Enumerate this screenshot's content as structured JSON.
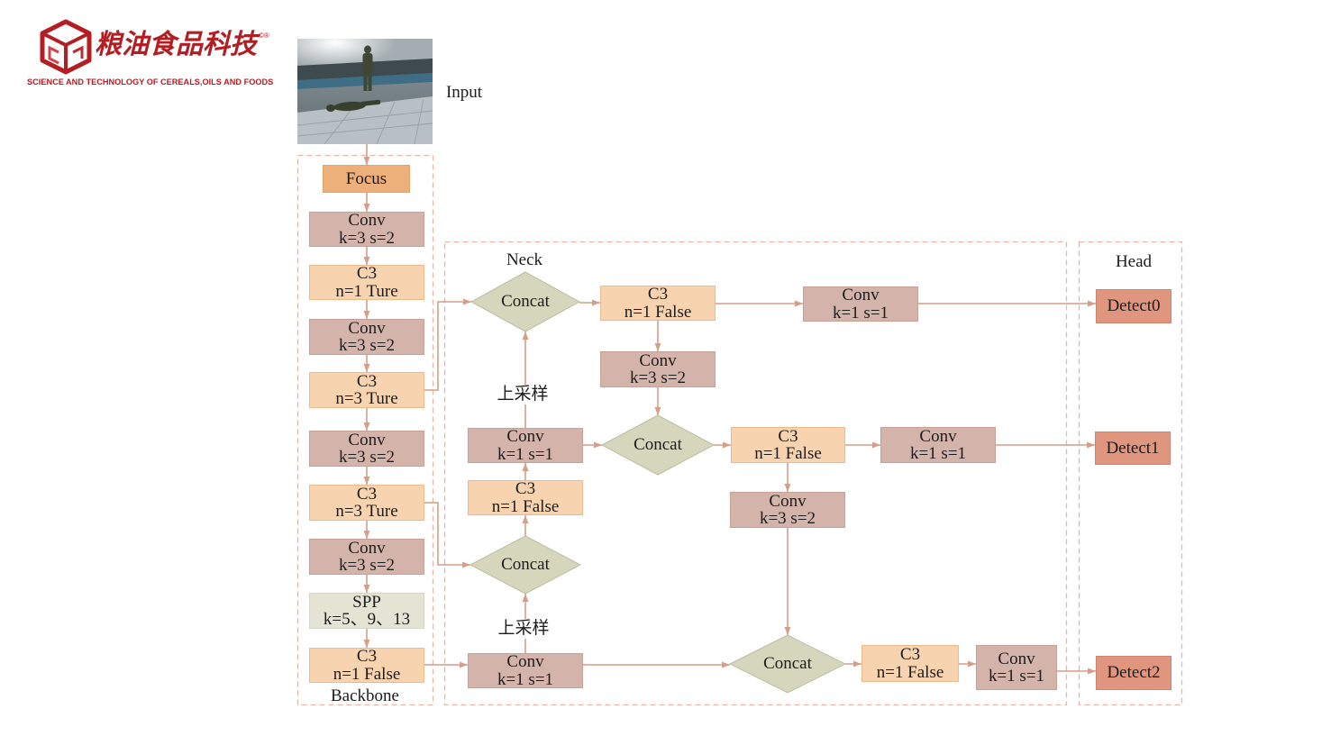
{
  "logo": {
    "name_cn": "粮油食品科技",
    "marks": "©®",
    "name_en": "SCIENCE AND TECHNOLOGY OF CEREALS,OILS AND FOODS"
  },
  "input": {
    "label": "Input"
  },
  "backbone": {
    "label": "Backbone",
    "focus": {
      "line1": "Focus"
    },
    "conv_1": {
      "line1": "Conv",
      "line2": "k=3 s=2"
    },
    "c3_1": {
      "line1": "C3",
      "line2": "n=1 Ture"
    },
    "conv_2": {
      "line1": "Conv",
      "line2": "k=3 s=2"
    },
    "c3_2": {
      "line1": "C3",
      "line2": "n=3 Ture"
    },
    "conv_3": {
      "line1": "Conv",
      "line2": "k=3 s=2"
    },
    "c3_3": {
      "line1": "C3",
      "line2": "n=3 Ture"
    },
    "conv_4": {
      "line1": "Conv",
      "line2": "k=3 s=2"
    },
    "spp": {
      "line1": "SPP",
      "line2": "k=5、9、13"
    },
    "c3_4": {
      "line1": "C3",
      "line2": "n=1 False"
    }
  },
  "neck": {
    "label": "Neck",
    "concat_top": {
      "label": "Concat"
    },
    "c3_top": {
      "line1": "C3",
      "line2": "n=1 False"
    },
    "conv_top": {
      "line1": "Conv",
      "line2": "k=1 s=1"
    },
    "conv_down_1": {
      "line1": "Conv",
      "line2": "k=3 s=2"
    },
    "upsample_1": {
      "label": "上采样"
    },
    "conv_lateral_1": {
      "line1": "Conv",
      "line2": "k=1 s=1"
    },
    "concat_mid": {
      "label": "Concat"
    },
    "c3_left": {
      "line1": "C3",
      "line2": "n=1 False"
    },
    "concat_low": {
      "label": "Concat"
    },
    "upsample_2": {
      "label": "上采样"
    },
    "conv_lateral_2": {
      "line1": "Conv",
      "line2": "k=1 s=1"
    },
    "c3_mid": {
      "line1": "C3",
      "line2": "n=1 False"
    },
    "conv_mid": {
      "line1": "Conv",
      "line2": "k=1 s=1"
    },
    "conv_down_2": {
      "line1": "Conv",
      "line2": "k=3 s=2"
    },
    "concat_bottom": {
      "label": "Concat"
    },
    "c3_bottom": {
      "line1": "C3",
      "line2": "n=1 False"
    },
    "conv_bottom": {
      "line1": "Conv",
      "line2": "k=1 s=1"
    }
  },
  "head": {
    "label": "Head",
    "detect_0": {
      "label": "Detect0"
    },
    "detect_1": {
      "label": "Detect1"
    },
    "detect_2": {
      "label": "Detect2"
    }
  },
  "colors": {
    "focus": "#EDB07A",
    "conv": "#D4B3AA",
    "c3": "#F8D3AF",
    "spp": "#E4E4D5",
    "concat": "#D6D6BD",
    "detect": "#E0957F",
    "arrow": "#D49E8B",
    "dashed": "#E7B6A6",
    "logo": "#B31E23"
  }
}
